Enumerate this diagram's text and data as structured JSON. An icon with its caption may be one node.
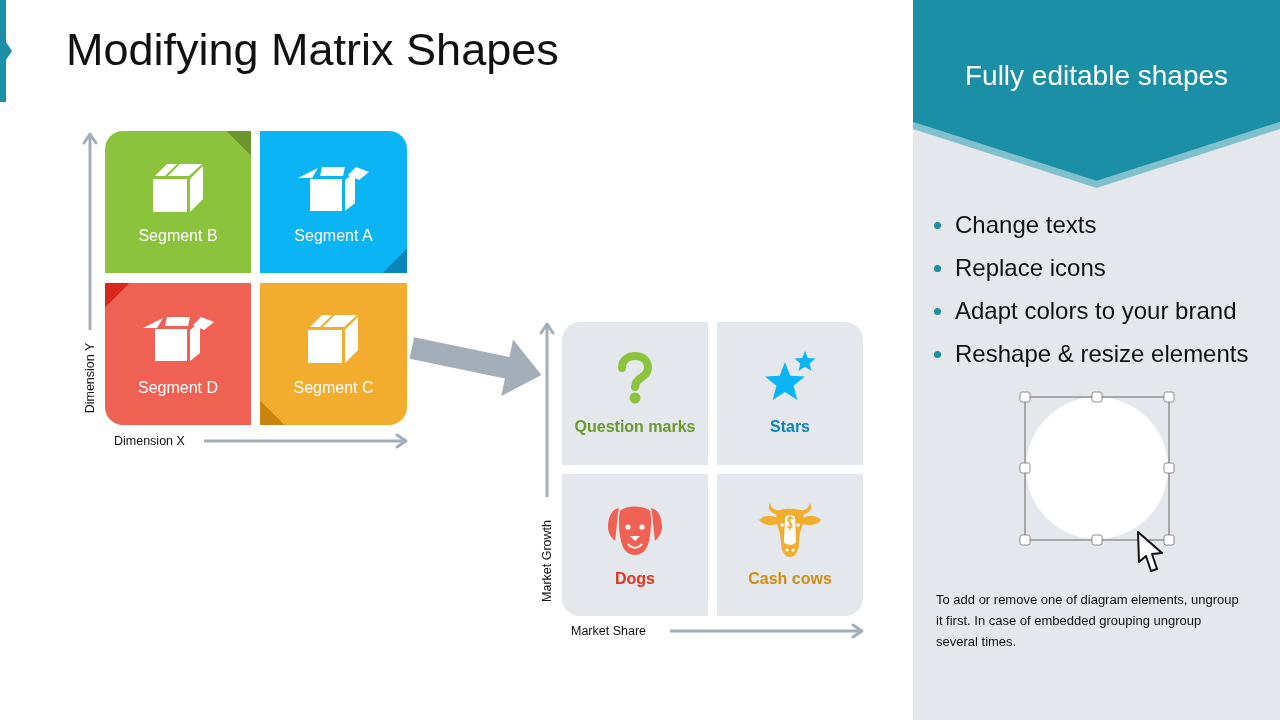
{
  "diagram": {
    "title": "Modifying Matrix Shapes",
    "nodes": [
      {
        "text": [
          "Segment B"
        ]
      },
      {
        "text": [
          "Segment A"
        ]
      },
      {
        "text": [
          "Segment D"
        ]
      },
      {
        "text": [
          "Segment C"
        ]
      },
      {
        "text": [
          "Question marks"
        ]
      },
      {
        "text": [
          "Stars"
        ]
      },
      {
        "text": [
          "Dogs"
        ]
      },
      {
        "text": [
          "Cash cows"
        ]
      },
      {
        "text": [
          "Fully editable shapes"
        ]
      }
    ],
    "edges": [
      {
        "from": 3,
        "to": 4,
        "arrow": "to",
        "style": "thick"
      }
    ],
    "labels": [
      "Dimension Y",
      "Dimension X",
      "Market Growth",
      "Market Share",
      "Change texts",
      "Replace icons",
      "Adapt colors to your brand",
      "Reshape & resize elements",
      "To add or remove one of diagram elements, ungroup it first. In case of embedded grouping ungroup several times."
    ]
  }
}
